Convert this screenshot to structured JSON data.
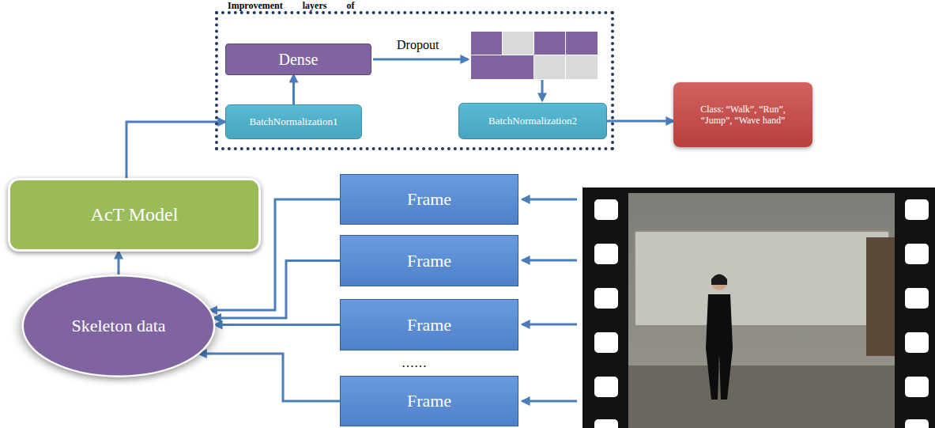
{
  "diagram": {
    "nodes": [
      {
        "text": [
          "Improvement layers of"
        ]
      },
      {
        "text": [
          "Dense"
        ],
        "in": 0
      },
      {
        "text": [
          "BatchNormalization1"
        ],
        "in": 0
      },
      {
        "text": [
          "BatchNormalization2"
        ],
        "in": 0
      },
      {
        "text": [
          "Class: “Walk”, “Run”, “Jump”, “Wave hand”"
        ]
      },
      {
        "text": [
          "AcT Model"
        ]
      },
      {
        "text": [
          "Frame"
        ]
      },
      {
        "text": [
          "Frame"
        ]
      },
      {
        "text": [
          "Frame"
        ]
      },
      {
        "text": [
          "Frame"
        ]
      },
      {
        "text": [
          "Skeleton data"
        ]
      }
    ],
    "edges": [
      {
        "from": 2,
        "to": 1,
        "arrow": "to"
      },
      {
        "from": 3,
        "to": 4,
        "arrow": "to"
      },
      {
        "from": 5,
        "to": 2,
        "arrow": "to"
      },
      {
        "from": 10,
        "to": 5,
        "arrow": "to"
      },
      {
        "from": 6,
        "to": 10,
        "arrow": "to"
      },
      {
        "from": 7,
        "to": 10,
        "arrow": "to"
      },
      {
        "from": 8,
        "to": 10,
        "arrow": "to"
      },
      {
        "from": 9,
        "to": 10,
        "arrow": "to"
      }
    ],
    "labels": [
      "Dropout",
      "……"
    ]
  }
}
